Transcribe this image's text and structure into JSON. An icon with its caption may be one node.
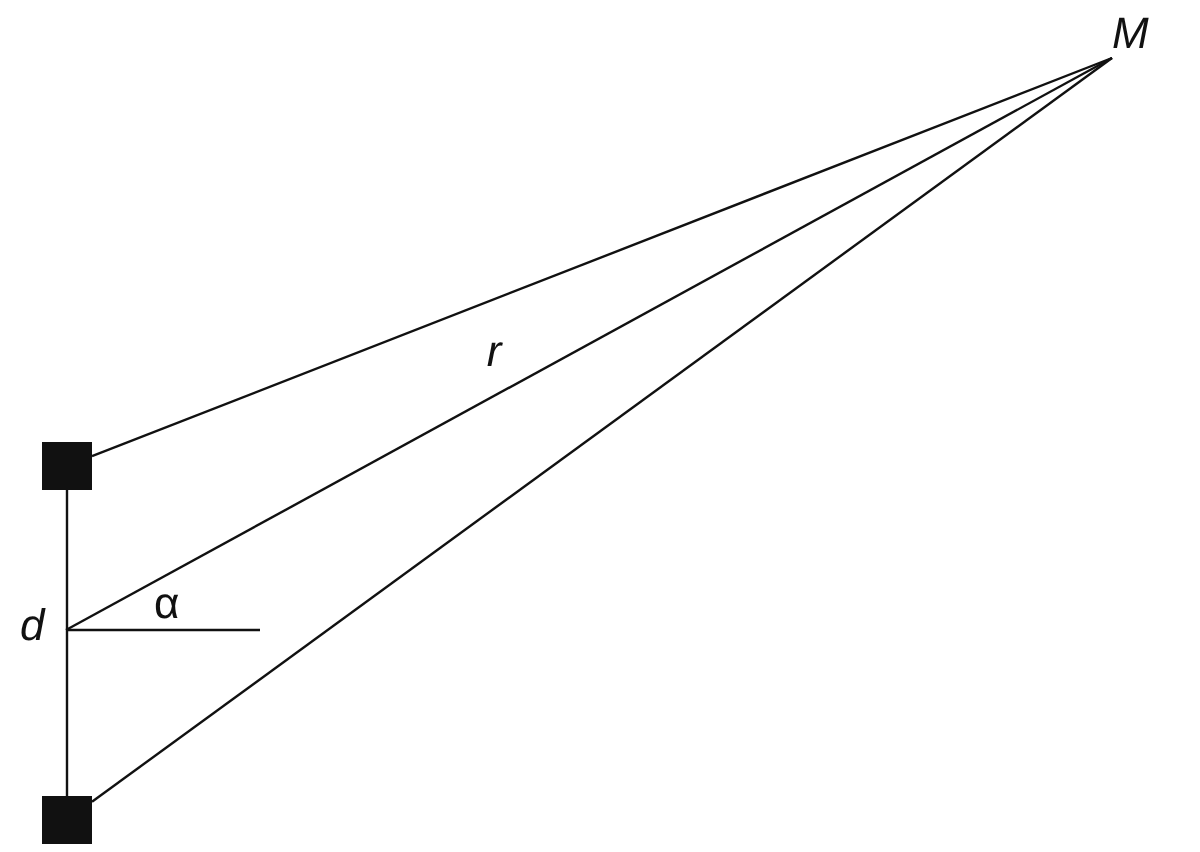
{
  "diagram": {
    "nodes": [
      {
        "text": [],
        "shape": "box"
      },
      {
        "text": [],
        "shape": "box"
      },
      {
        "text": [
          "M"
        ]
      }
    ],
    "edges": [
      {
        "from": 0,
        "to": 2,
        "arrow": "none"
      },
      {
        "from": null,
        "to": 2,
        "arrow": "none",
        "label": "r"
      },
      {
        "from": 1,
        "to": 2,
        "arrow": "none"
      },
      {
        "from": 0,
        "to": 1,
        "arrow": "none"
      }
    ],
    "labels": [
      "d",
      "α"
    ]
  }
}
